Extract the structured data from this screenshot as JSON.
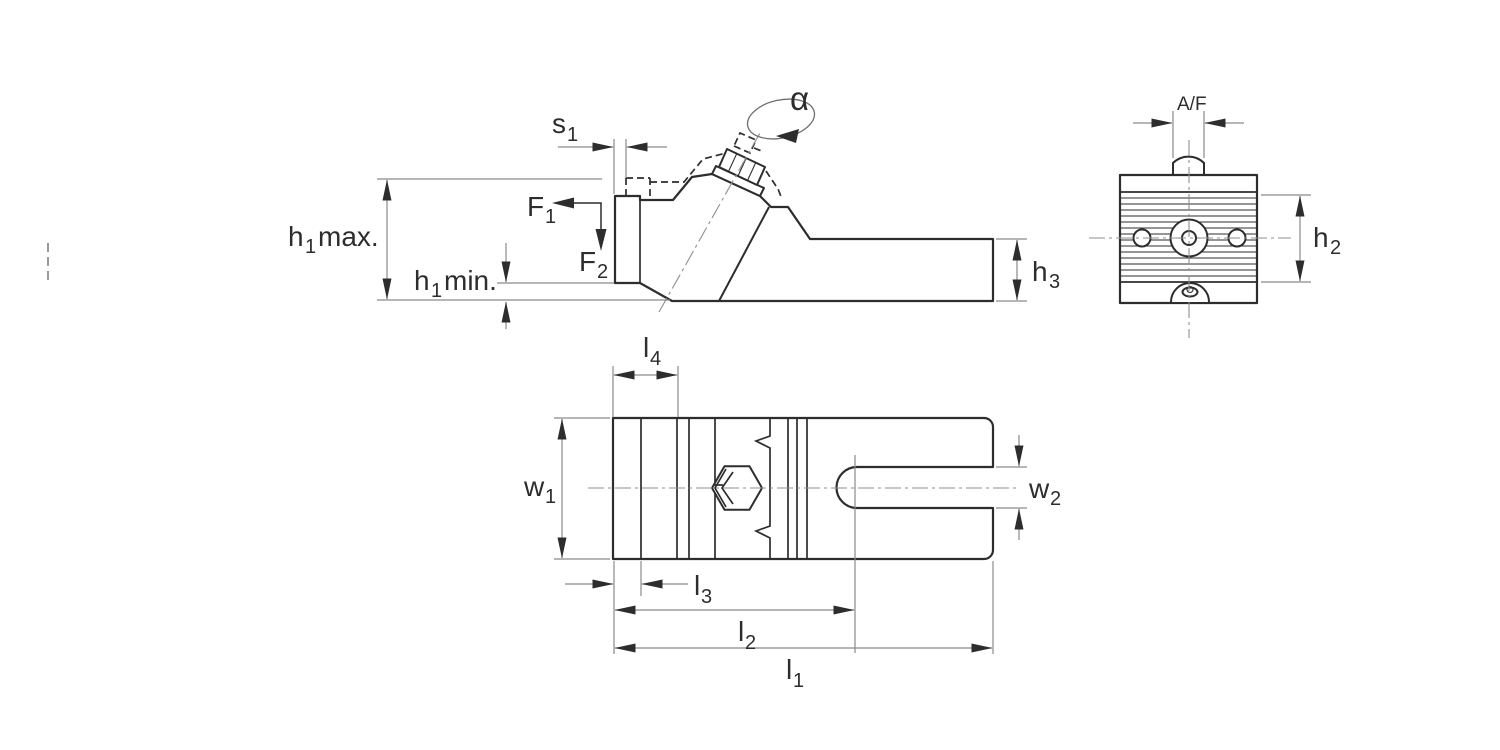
{
  "drawing": {
    "kind": "engineering-dimension-drawing",
    "views": [
      "side view",
      "end view",
      "plan view"
    ]
  },
  "colors": {
    "outline": "#2d2d2d",
    "dimension_lines": "#8a8a8a",
    "centerlines": "#8f8f8f",
    "text": "#2d2d2d",
    "background": "#ffffff"
  },
  "side_view": {
    "labels": {
      "s1": {
        "base": "s",
        "sub": "1"
      },
      "f1": {
        "base": "F",
        "sub": "1"
      },
      "f2": {
        "base": "F",
        "sub": "2"
      },
      "alpha": "α",
      "h1_max": {
        "base": "h",
        "sub": "1",
        "suffix": "max."
      },
      "h1_min": {
        "base": "h",
        "sub": "1",
        "suffix": "min."
      },
      "h3": {
        "base": "h",
        "sub": "3"
      }
    }
  },
  "end_view": {
    "labels": {
      "af": "A/F",
      "h2": {
        "base": "h",
        "sub": "2"
      }
    }
  },
  "plan_view": {
    "labels": {
      "l4": {
        "base": "l",
        "sub": "4"
      },
      "w1": {
        "base": "w",
        "sub": "1"
      },
      "w2": {
        "base": "w",
        "sub": "2"
      },
      "l3": {
        "base": "l",
        "sub": "3"
      },
      "l2": {
        "base": "l",
        "sub": "2"
      },
      "l1": {
        "base": "l",
        "sub": "1"
      }
    }
  }
}
